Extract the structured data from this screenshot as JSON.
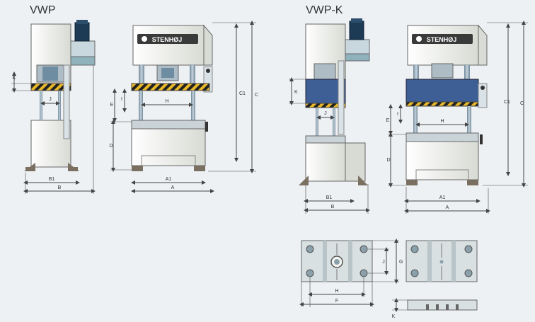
{
  "titles": {
    "vwp": "VWP",
    "vwpk": "VWP-K"
  },
  "brand": "STENHØJ",
  "dims": {
    "A": "A",
    "A1": "A1",
    "B": "B",
    "B1": "B1",
    "C": "C",
    "C1": "C1",
    "D": "D",
    "E": "E",
    "F": "F",
    "G": "G",
    "H": "H",
    "I": "I",
    "J": "J",
    "K": "K"
  },
  "colors": {
    "background": "#eef1f4",
    "body": "#f4f4f0",
    "body_shade": "#d9dcd6",
    "steel": "#aebcc6",
    "column": "#8aa2b2",
    "hazard_yellow": "#e8b82a",
    "hazard_black": "#222222",
    "press_block": "#3d5f95",
    "motor": "#1d3b55",
    "foot": "#7b6f62",
    "dim_line": "#444444"
  }
}
